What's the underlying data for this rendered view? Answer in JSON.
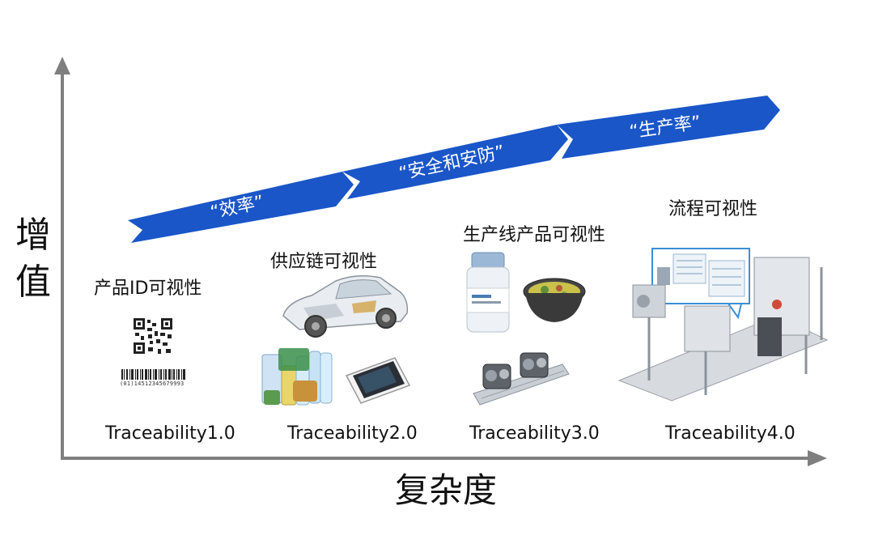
{
  "axes": {
    "y_label": "增值",
    "x_label": "复杂度"
  },
  "banner": {
    "segments": [
      "“效率”",
      "“安全和安防”",
      "“生产率”"
    ],
    "color": "#1a56c8"
  },
  "stages": [
    {
      "title": "产品ID可视性",
      "version": "Traceability1.0"
    },
    {
      "title": "供应链可视性",
      "version": "Traceability2.0"
    },
    {
      "title": "生产线产品可视性",
      "version": "Traceability3.0"
    },
    {
      "title": "流程可视性",
      "version": "Traceability4.0"
    }
  ],
  "barcode": {
    "number": "(01)14512345679993"
  },
  "icons": {
    "qr": "qr-code-icon",
    "barcode": "barcode-icon",
    "car": "car-icon",
    "products": "consumer-products-icon",
    "phone": "smartphone-icon",
    "bottle": "medicine-bottle-icon",
    "bowl": "food-bowl-icon",
    "assembly": "assembly-line-icon",
    "factory": "factory-line-icon"
  }
}
